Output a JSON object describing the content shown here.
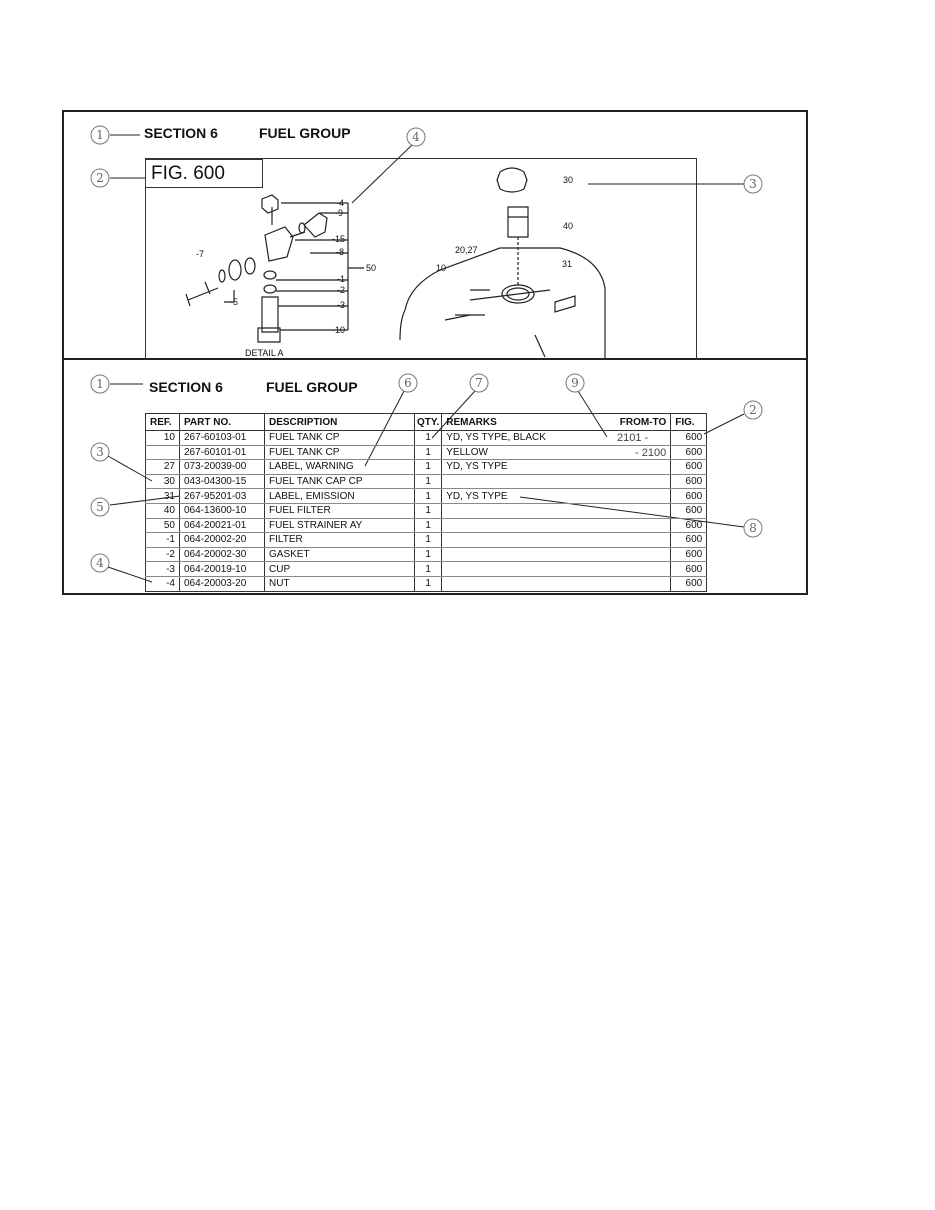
{
  "top": {
    "section": "SECTION 6",
    "group": "FUEL GROUP",
    "fig": "FIG. 600",
    "drawing_labels": [
      "-4",
      "-9",
      "-15",
      "-8",
      "50",
      "-1",
      "-2",
      "-3",
      "-10",
      "-7",
      "-5",
      "DETAIL  A",
      "30",
      "40",
      "20,27",
      "10",
      "31"
    ],
    "callouts": [
      "1",
      "2",
      "4",
      "3"
    ]
  },
  "bottom": {
    "section": "SECTION 6",
    "group": "FUEL GROUP",
    "callouts": [
      "1",
      "6",
      "7",
      "9",
      "2",
      "3",
      "5",
      "8",
      "4"
    ],
    "columns": [
      "REF.",
      "PART NO.",
      "DESCRIPTION",
      "QTY.",
      "REMARKS",
      "FROM-TO",
      "FIG."
    ],
    "rows": [
      [
        "10",
        "267-60103-01",
        "FUEL TANK CP",
        "1",
        "YD, YS TYPE, BLACK",
        "2101 -",
        "600"
      ],
      [
        "",
        "267-60101-01",
        "FUEL TANK CP",
        "1",
        "YELLOW",
        "- 2100",
        "600"
      ],
      [
        "27",
        "073-20039-00",
        "LABEL, WARNING",
        "1",
        "YD, YS TYPE",
        "",
        "600"
      ],
      [
        "30",
        "043-04300-15",
        "FUEL TANK CAP CP",
        "1",
        "",
        "",
        "600"
      ],
      [
        "31",
        "267-95201-03",
        "LABEL, EMISSION",
        "1",
        "YD, YS TYPE",
        "",
        "600"
      ],
      [
        "40",
        "064-13600-10",
        "FUEL FILTER",
        "1",
        "",
        "",
        "600"
      ],
      [
        "50",
        "064-20021-01",
        "FUEL STRAINER AY",
        "1",
        "",
        "",
        "600"
      ],
      [
        "-1",
        "064-20002-20",
        "FILTER",
        "1",
        "",
        "",
        "600"
      ],
      [
        "-2",
        "064-20002-30",
        "GASKET",
        "1",
        "",
        "",
        "600"
      ],
      [
        "-3",
        "064-20019-10",
        "CUP",
        "1",
        "",
        "",
        "600"
      ],
      [
        "-4",
        "064-20003-20",
        "NUT",
        "1",
        "",
        "",
        "600"
      ]
    ]
  }
}
